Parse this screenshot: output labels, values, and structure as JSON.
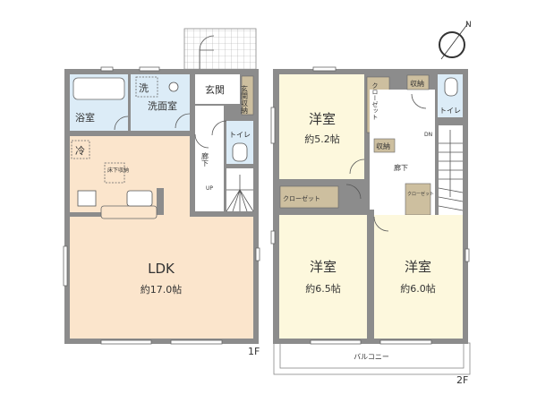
{
  "colors": {
    "wall": "#8c8c8c",
    "wet_area": "#dcecf7",
    "ldk": "#fbe5cc",
    "bedroom": "#fdf8dd",
    "storage": "#cdbf9f",
    "hall": "#ffffff"
  },
  "compass": {
    "north_label": "N",
    "icon": "compass-north-icon"
  },
  "floor1": {
    "label": "1F",
    "rooms": {
      "bath": "浴室",
      "washroom": "洗面室",
      "washer": "洗",
      "entrance": "玄関",
      "entrance_storage": "玄関収納",
      "toilet": "トイレ",
      "hallway": "廊下",
      "up": "UP",
      "fridge": "冷",
      "underfloor_storage": "床下収納",
      "ldk": "LDK",
      "ldk_size": "約17.0帖"
    }
  },
  "floor2": {
    "label": "2F",
    "rooms": {
      "bedroom1": "洋室",
      "bedroom1_size": "約5.2帖",
      "closet1": "クローゼット",
      "storage1": "収納",
      "storage2": "収納",
      "toilet": "トイレ",
      "dn": "DN",
      "hallway": "廊下",
      "closet2": "クローゼット",
      "closet3": "クローゼット",
      "bedroom2": "洋室",
      "bedroom2_size": "約6.5帖",
      "bedroom3": "洋室",
      "bedroom3_size": "約6.0帖",
      "balcony": "バルコニー"
    }
  }
}
